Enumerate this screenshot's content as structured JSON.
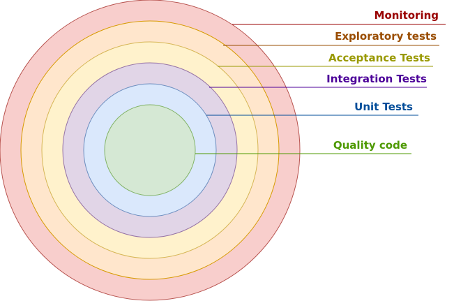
{
  "diagram": {
    "layers": [
      {
        "id": "monitoring",
        "label": "Monitoring",
        "fill": "#f8cecc",
        "stroke": "#b85450",
        "text_color": "#990000",
        "line_color": "#990000"
      },
      {
        "id": "exploratory",
        "label": "Exploratory tests",
        "fill": "#ffe6cc",
        "stroke": "#d79b00",
        "text_color": "#994c00",
        "line_color": "#994c00"
      },
      {
        "id": "acceptance",
        "label": "Acceptance Tests",
        "fill": "#fff2cc",
        "stroke": "#d6b656",
        "text_color": "#999900",
        "line_color": "#999900"
      },
      {
        "id": "integration",
        "label": "Integration Tests",
        "fill": "#e1d5e7",
        "stroke": "#9673a6",
        "text_color": "#4c0099",
        "line_color": "#4c0099"
      },
      {
        "id": "unit",
        "label": "Unit Tests",
        "fill": "#dae8fc",
        "stroke": "#6c8ebf",
        "text_color": "#004c99",
        "line_color": "#004c99"
      },
      {
        "id": "quality",
        "label": "Quality code",
        "fill": "#d5e8d4",
        "stroke": "#82b366",
        "text_color": "#4d9900",
        "line_color": "#4d9900"
      }
    ]
  }
}
